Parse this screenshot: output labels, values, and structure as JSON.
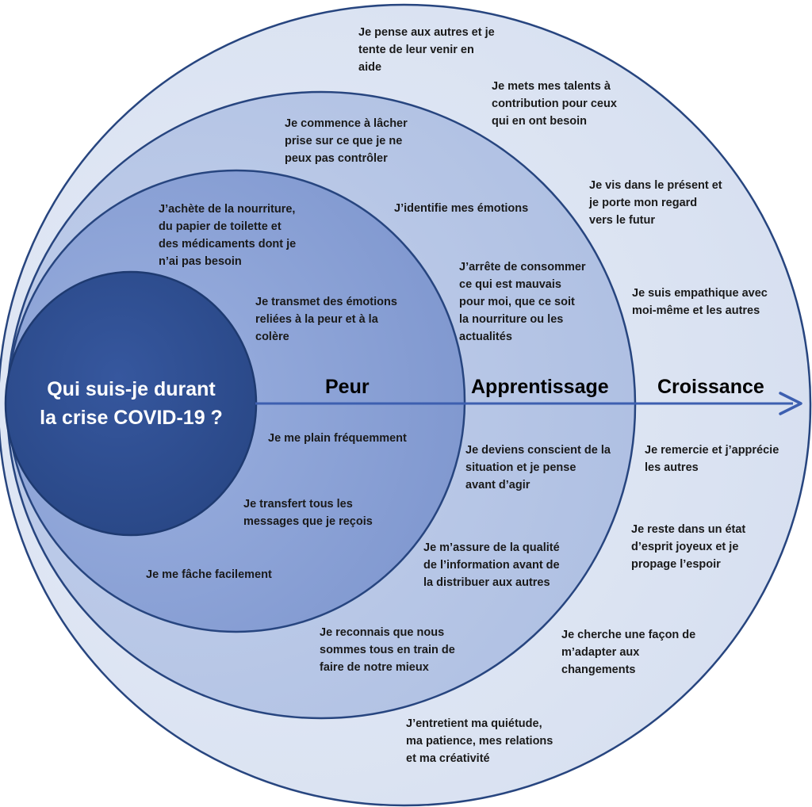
{
  "colors": {
    "outer_ring": "#dde4f2",
    "middle_ring": "#b7c6e6",
    "inner_ring": "#8da4d7",
    "core": "#2f4e92",
    "stroke": "#27457f",
    "arrow": "#3d5fb0"
  },
  "center": {
    "title": "Qui suis-je durant\nla crise COVID-19 ?"
  },
  "zones": {
    "peur": "Peur",
    "apprentissage": "Apprentissage",
    "croissance": "Croissance"
  },
  "peur_items": [
    "J’achète de la nourriture,\ndu papier de toilette et\ndes médicaments dont je\nn’ai pas besoin",
    "Je transmet des émotions\nreliées à la peur et à la\ncolère",
    "Je me plain fréquemment",
    "Je transfert tous les\nmessages que je reçois",
    "Je me fâche facilement"
  ],
  "apprentissage_items": [
    "Je commence à lâcher\nprise sur ce que je ne\npeux pas contrôler",
    "J’identifie mes émotions",
    "J’arrête de consommer\nce qui est mauvais\npour moi, que ce soit\nla nourriture ou les\nactualités",
    "Je deviens conscient de la\nsituation et je pense\navant d’agir",
    "Je m’assure de la qualité\nde l’information avant de\nla distribuer aux autres",
    "Je reconnais que nous\nsommes tous en train de\nfaire de notre mieux"
  ],
  "croissance_items": [
    "Je pense aux autres et je\ntente de leur venir en\naide",
    "Je mets mes talents à\ncontribution pour ceux\nqui en ont besoin",
    "Je vis dans le présent et\nje porte mon regard\nvers le futur",
    "Je suis empathique avec\nmoi-même et les autres",
    "Je remercie et j’apprécie\nles autres",
    "Je reste dans un état\nd’esprit joyeux et je\npropage l’espoir",
    "Je cherche une façon de\nm’adapter aux\nchangements",
    "J’entretient ma quiétude,\nma patience, mes relations\net ma créativité"
  ]
}
